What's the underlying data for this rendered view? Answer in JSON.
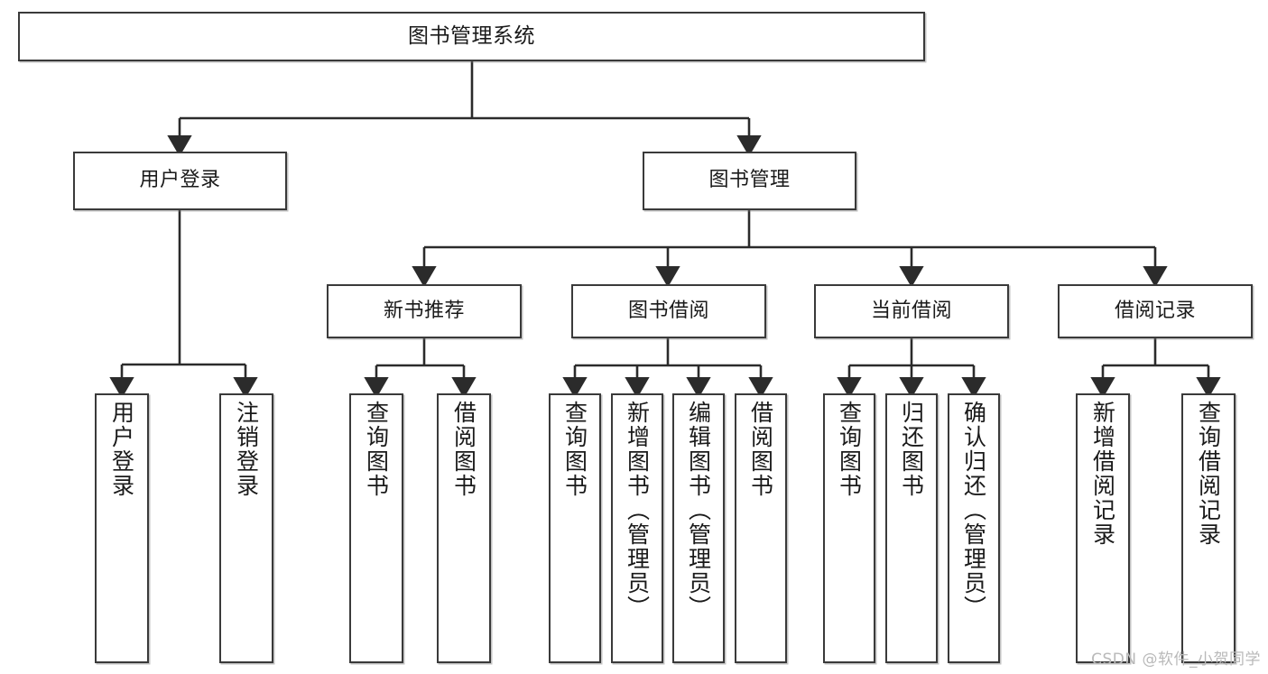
{
  "diagram": {
    "type": "tree-hierarchy",
    "title": "图书管理系统",
    "watermark": "CSDN @软件_小贺同学",
    "colors": {
      "box_border": "#3a3a3a",
      "box_fill": "#ffffff",
      "connector": "#2b2b2b",
      "text": "#1a1a1a",
      "watermark": "#b9b9b9"
    },
    "nodes": {
      "root": {
        "label": "图书管理系统"
      },
      "level2": [
        {
          "id": "user-login",
          "label": "用户登录"
        },
        {
          "id": "book-management",
          "label": "图书管理"
        }
      ],
      "level3": [
        {
          "id": "new-book-recommend",
          "label": "新书推荐"
        },
        {
          "id": "book-borrow",
          "label": "图书借阅"
        },
        {
          "id": "current-borrow",
          "label": "当前借阅"
        },
        {
          "id": "borrow-record",
          "label": "借阅记录"
        }
      ],
      "leaves": [
        {
          "id": "leaf-user-login",
          "parent": "user-login",
          "label": "用户登录"
        },
        {
          "id": "leaf-logout-login",
          "parent": "user-login",
          "label": "注销登录"
        },
        {
          "id": "leaf-query-book-1",
          "parent": "new-book-recommend",
          "label": "查询图书"
        },
        {
          "id": "leaf-borrow-book-1",
          "parent": "new-book-recommend",
          "label": "借阅图书"
        },
        {
          "id": "leaf-query-book-2",
          "parent": "book-borrow",
          "label": "查询图书"
        },
        {
          "id": "leaf-add-book-admin",
          "parent": "book-borrow",
          "label": "新增图书（管理员）"
        },
        {
          "id": "leaf-edit-book-admin",
          "parent": "book-borrow",
          "label": "编辑图书（管理员）"
        },
        {
          "id": "leaf-borrow-book-2",
          "parent": "book-borrow",
          "label": "借阅图书"
        },
        {
          "id": "leaf-query-book-3",
          "parent": "current-borrow",
          "label": "查询图书"
        },
        {
          "id": "leaf-return-book",
          "parent": "current-borrow",
          "label": "归还图书"
        },
        {
          "id": "leaf-confirm-return-admin",
          "parent": "current-borrow",
          "label": "确认归还（管理员）"
        },
        {
          "id": "leaf-add-borrow-record",
          "parent": "borrow-record",
          "label": "新增借阅记录"
        },
        {
          "id": "leaf-query-borrow-record",
          "parent": "borrow-record",
          "label": "查询借阅记录"
        }
      ]
    }
  }
}
